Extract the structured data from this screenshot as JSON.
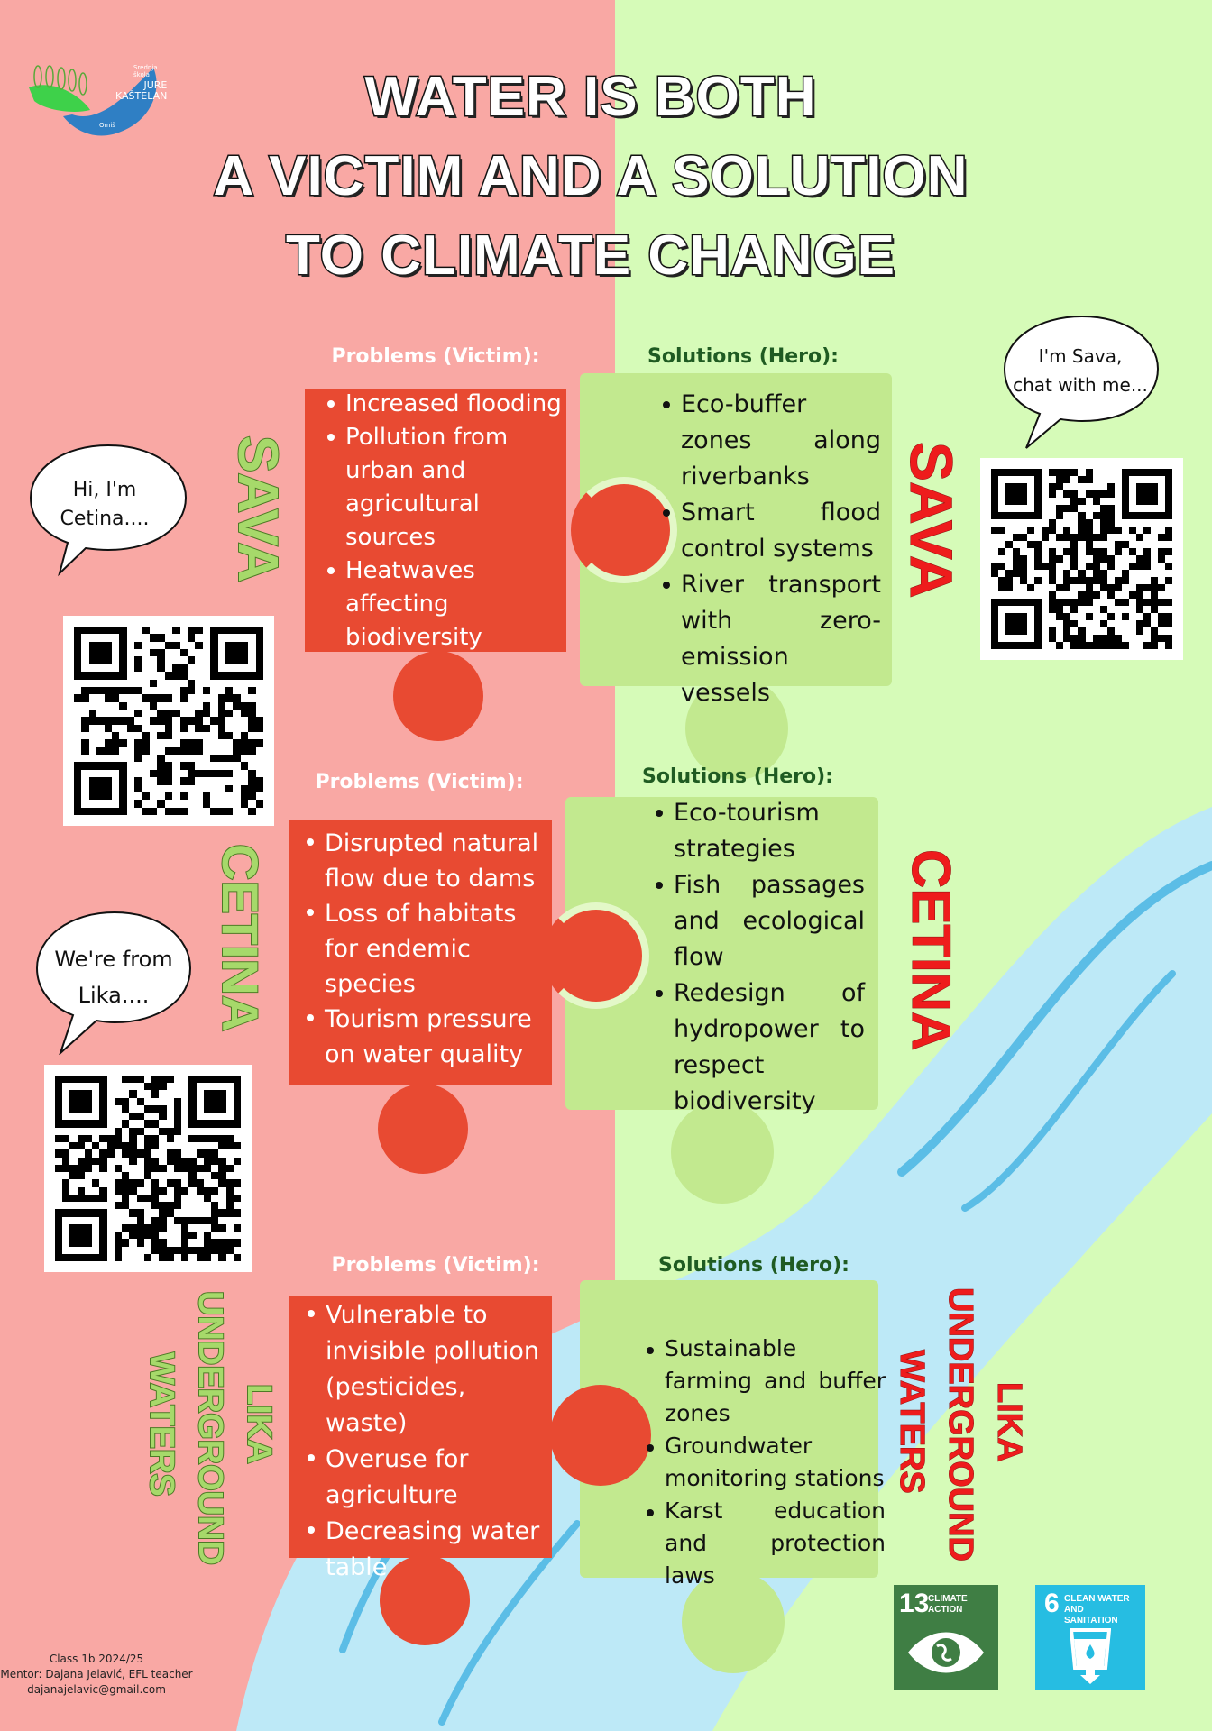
{
  "logo": {
    "school_line_1": "Srednja",
    "school_line_2": "škola",
    "name_line_1": "JURE",
    "name_line_2": "KAŠTELAN",
    "city": "Omiš"
  },
  "title": {
    "lines": [
      "WATER IS BOTH",
      "A VICTIM AND A SOLUTION",
      "TO CLIMATE CHANGE"
    ]
  },
  "sections": [
    {
      "problems_heading": "Problems (Victim):",
      "solutions_heading": "Solutions (Hero):",
      "river_left": [
        "SAVA"
      ],
      "river_right": [
        "SAVA"
      ],
      "problems": [
        "Increased flooding",
        "Pollution from urban and agricultural sources",
        "Heatwaves affecting biodiversity"
      ],
      "solutions": [
        "Eco-buffer zones along riverbanks",
        "Smart flood control systems",
        "River transport with zero-emission vessels"
      ]
    },
    {
      "problems_heading": "Problems (Victim):",
      "solutions_heading": "Solutions (Hero):",
      "river_left": [
        "CETINA"
      ],
      "river_right": [
        "CETINA"
      ],
      "problems": [
        "Disrupted natural flow due to dams",
        "Loss of habitats for endemic species",
        "Tourism pressure on water quality"
      ],
      "solutions": [
        "Eco-tourism strategies",
        "Fish passages and ecological flow",
        "Redesign of hydropower to respect biodiversity"
      ]
    },
    {
      "problems_heading": "Problems (Victim):",
      "solutions_heading": "Solutions (Hero):",
      "river_left": [
        "LIKA",
        "UNDERGROUND",
        "WATERS"
      ],
      "river_right": [
        "LIKA",
        "UNDERGROUND",
        "WATERS"
      ],
      "problems": [
        "Vulnerable to invisible pollution (pesticides, waste)",
        "Overuse for agriculture",
        "Decreasing water table"
      ],
      "solutions": [
        "Sustainable farming and buffer zones",
        "Groundwater monitoring stations",
        "Karst education and protection laws"
      ]
    }
  ],
  "bubbles": [
    {
      "lines": [
        "Hi, I'm",
        "Cetina...."
      ]
    },
    {
      "lines": [
        "I'm Sava,",
        "chat with me..."
      ]
    },
    {
      "lines": [
        "We're from",
        "Lika...."
      ]
    }
  ],
  "sdg": [
    {
      "number": "13",
      "label_1": "CLIMATE",
      "label_2": "ACTION",
      "icon": "eye-globe-icon",
      "color": "#3f7e44"
    },
    {
      "number": "6",
      "label_1": "CLEAN WATER",
      "label_2": "AND SANITATION",
      "icon": "water-glass-icon",
      "color": "#26bde2"
    }
  ],
  "footer": {
    "class": "Class 1b 2024/25",
    "mentor": "Mentor: Dajana Jelavić, EFL teacher",
    "email": "dajanajelavic@gmail.com"
  },
  "colors": {
    "victim_bg": "#f9a8a4",
    "hero_bg": "#d6fbb8",
    "problem_piece": "#e84a32",
    "solution_piece": "#c2e98f",
    "river": "#bde9f7"
  }
}
